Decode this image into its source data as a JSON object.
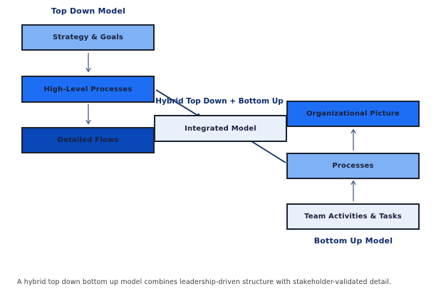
{
  "colors": {
    "light_blue": "#7FB1F5",
    "medium_blue": "#1E6EF5",
    "dark_blue": "#0A47B8",
    "pale_blue": "#E8F0FB",
    "box_border": "#1B2230",
    "title_navy": "#0D2B6B",
    "box_text": "#17203A",
    "flow_arrow": "#4A5A85",
    "merge_arrow": "#0E2B63",
    "caption_gray": "#3C4043"
  },
  "top_down": {
    "title": "Top Down Model",
    "boxes": [
      {
        "label": "Strategy & Goals",
        "fill": "#7FB1F5"
      },
      {
        "label": "High-Level Processes",
        "fill": "#1E6EF5"
      },
      {
        "label": "Detailed Flows",
        "fill": "#0A47B8"
      }
    ]
  },
  "hybrid": {
    "title": "Hybrid Top Down + Bottom Up",
    "box": {
      "label": "Integrated Model",
      "fill": "#E8F0FB"
    }
  },
  "bottom_up": {
    "title": "Bottom Up Model",
    "boxes": [
      {
        "label": "Organizational Picture",
        "fill": "#1E6EF5"
      },
      {
        "label": "Processes",
        "fill": "#7FB1F5"
      },
      {
        "label": "Team Activities & Tasks",
        "fill": "#E8F0FB"
      }
    ]
  },
  "caption": "A hybrid top down bottom up model combines leadership-driven structure with stakeholder-validated detail."
}
